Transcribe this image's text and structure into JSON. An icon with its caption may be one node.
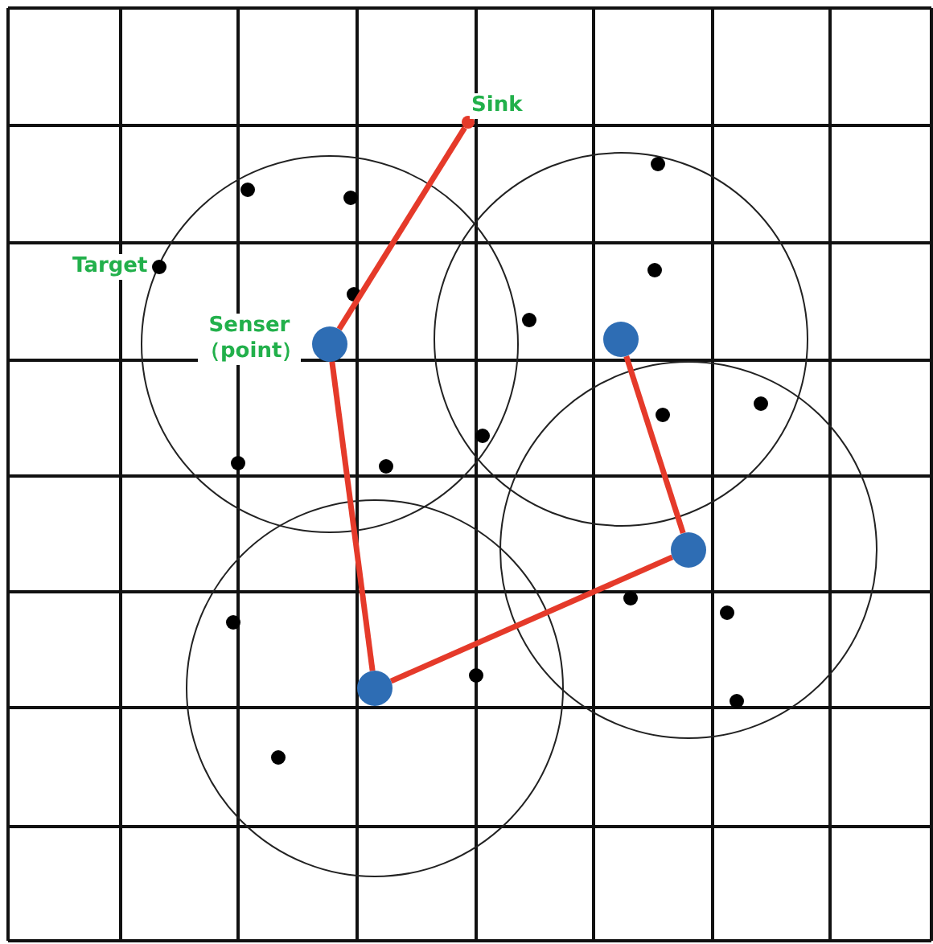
{
  "diagram": {
    "nodes": [
      {
        "text": [],
        "shape": "circle",
        "beside": [
          "Sink"
        ]
      },
      {
        "text": [],
        "shape": "circle",
        "beside": [
          "Senser （point）"
        ]
      },
      {
        "text": [],
        "shape": "circle"
      },
      {
        "text": [],
        "shape": "circle"
      },
      {
        "text": [],
        "shape": "circle"
      }
    ],
    "edges": [
      {
        "from": 0,
        "to": 1,
        "arrow": "none",
        "color": "#e53a2a"
      },
      {
        "from": 1,
        "to": 4,
        "arrow": "none",
        "color": "#e53a2a"
      },
      {
        "from": 4,
        "to": 3,
        "arrow": "none",
        "color": "#e53a2a"
      },
      {
        "from": 3,
        "to": 2,
        "arrow": "none",
        "color": "#e53a2a"
      }
    ],
    "labels": [
      "Target"
    ]
  }
}
